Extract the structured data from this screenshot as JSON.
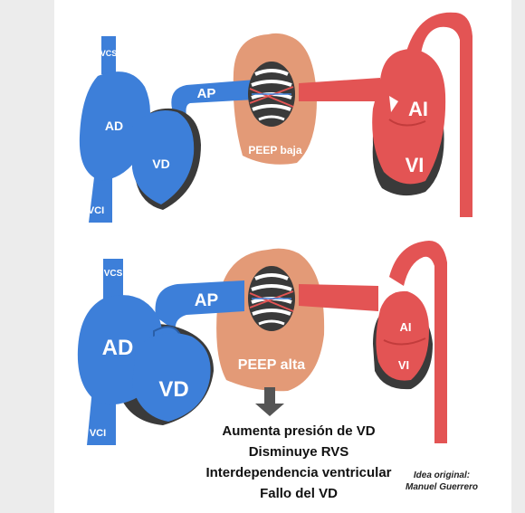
{
  "top": {
    "vcs": "VCS",
    "vci": "VCI",
    "ad": "AD",
    "vd": "VD",
    "ap": "AP",
    "ai": "AI",
    "vi": "VI",
    "peep": "PEEP baja"
  },
  "bottom": {
    "vcs": "VCS",
    "vci": "VCI",
    "ad": "AD",
    "vd": "VD",
    "ap": "AP",
    "ai": "AI",
    "vi": "VI",
    "peep": "PEEP alta"
  },
  "consequences": [
    "Aumenta presión de VD",
    "Disminuye RVS",
    "Interdependencia ventricular",
    "Fallo del VD"
  ],
  "credit": {
    "line1": "Idea original:",
    "line2": "Manuel Guerrero"
  },
  "colors": {
    "right_heart": "#3d7fd9",
    "left_heart": "#e35454",
    "lung": "#e39a77",
    "shadow": "#3a3a3a",
    "arrow": "#555555"
  }
}
